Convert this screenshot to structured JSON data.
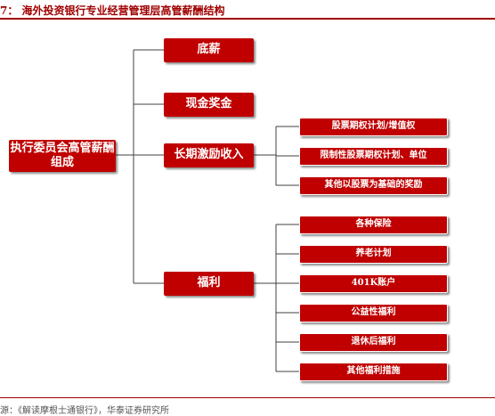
{
  "title": "7：  海外投资银行专业经营管理层高管薪酬结构",
  "source": "源：《解读摩根士通银行》，华泰证券研究所",
  "colors": {
    "box": "#c00000",
    "line": "#404040",
    "rule": "#a00000"
  },
  "diagram": {
    "root": "执行委员会高管薪酬组成",
    "nodes": {
      "base_salary": "底薪",
      "cash_bonus": "现金奖金",
      "long_term": "长期激励收入",
      "benefits": "福利"
    },
    "long_term_items": [
      "股票期权计划/增值权",
      "限制性股票期权计划、单位",
      "其他以股票为基础的奖励"
    ],
    "benefit_items": [
      "各种保险",
      "养老计划",
      "401K账户",
      "公益性福利",
      "退休后福利",
      "其他福利措施"
    ]
  }
}
